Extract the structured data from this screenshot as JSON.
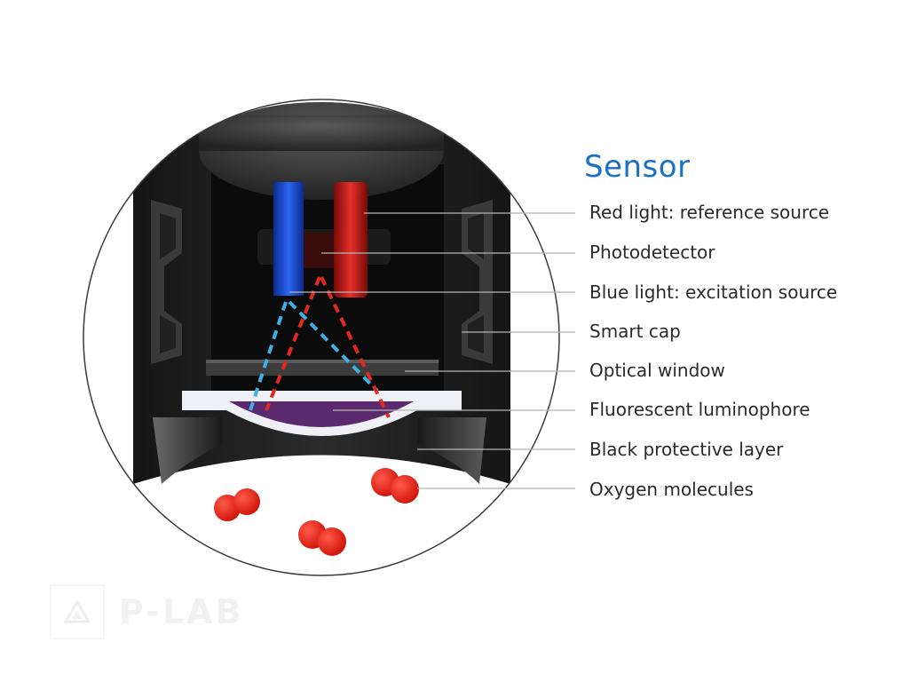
{
  "diagram": {
    "title": "Sensor",
    "labels": [
      {
        "id": "red-light",
        "text": "Red light: reference source"
      },
      {
        "id": "photodetector",
        "text": "Photodetector"
      },
      {
        "id": "blue-light",
        "text": "Blue light: excitation source"
      },
      {
        "id": "smart-cap",
        "text": "Smart cap"
      },
      {
        "id": "optical-window",
        "text": "Optical window"
      },
      {
        "id": "fluorescent-luminophore",
        "text": "Fluorescent luminophore"
      },
      {
        "id": "black-protective-layer",
        "text": "Black protective layer"
      },
      {
        "id": "oxygen-molecules",
        "text": "Oxygen molecules"
      }
    ],
    "colors": {
      "title": "#1b6fc4",
      "label_text": "#2a2a2a",
      "leader_line": "#b5b5b5",
      "red_led": "#e8231c",
      "blue_led": "#1a4fd6",
      "blue_dashed": "#3fb0e6",
      "red_dashed": "#e02a20",
      "luminophore": "#5b2a6e",
      "oxygen": "#e81c10"
    }
  },
  "watermark": {
    "text": "P-LAB",
    "icon": "triangle-logo-icon"
  }
}
